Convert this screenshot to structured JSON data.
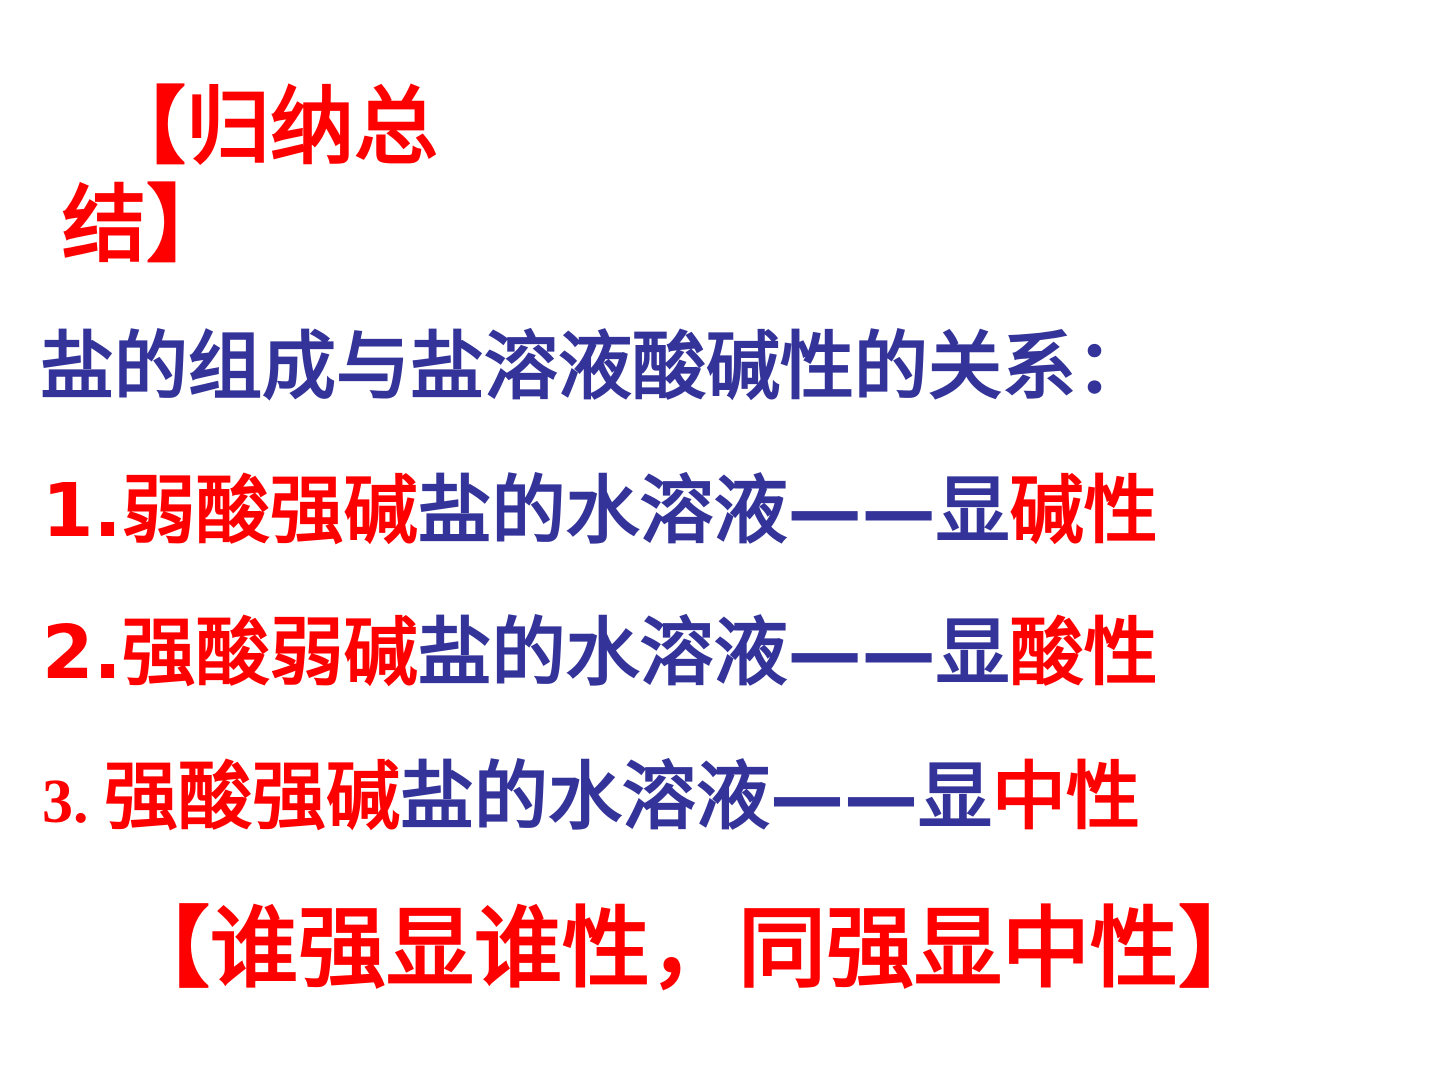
{
  "heading": {
    "line1": "【归纳总",
    "line2": "结】"
  },
  "intro": "盐的组成与盐溶液酸碱性的关系：",
  "rules": [
    {
      "num": "1.",
      "salt_type": "弱酸强碱",
      "middle": "盐的水溶液——显",
      "property": "碱性"
    },
    {
      "num": "2.",
      "salt_type": "强酸弱碱",
      "middle": "盐的水溶液——显",
      "property": "酸性"
    },
    {
      "num": "3. ",
      "salt_type": "强酸强碱",
      "middle": "盐的水溶液——显",
      "property": "中性"
    }
  ],
  "summary": "【谁强显谁性，同强显中性】",
  "colors": {
    "emphasis": "#ff0000",
    "body": "#333399",
    "background": "#ffffff"
  }
}
